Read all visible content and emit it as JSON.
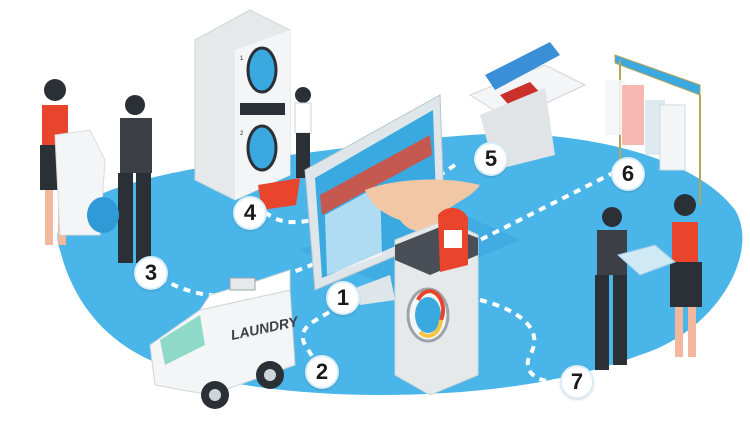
{
  "illustration": {
    "subject": "Laundry service process",
    "colors": {
      "floor": "#4ab5e8",
      "floor_dark": "#2f9ad6",
      "path_dash": "#ffffff",
      "marker_bg": "#ffffff",
      "marker_text": "#1a1a1a",
      "accent_red": "#e8452c",
      "appliance": "#e6e9ea"
    },
    "van": {
      "label": "LAUNDRY"
    },
    "steps": [
      {
        "number": "1",
        "scene": "online-order-computer-with-washer"
      },
      {
        "number": "2",
        "scene": "pickup-van"
      },
      {
        "number": "3",
        "scene": "customer-handover"
      },
      {
        "number": "4",
        "scene": "stacked-washers-loading"
      },
      {
        "number": "5",
        "scene": "ironing-press"
      },
      {
        "number": "6",
        "scene": "garment-rack"
      },
      {
        "number": "7",
        "scene": "delivery-to-customer"
      }
    ],
    "washer_numbers": [
      "1",
      "2"
    ]
  }
}
